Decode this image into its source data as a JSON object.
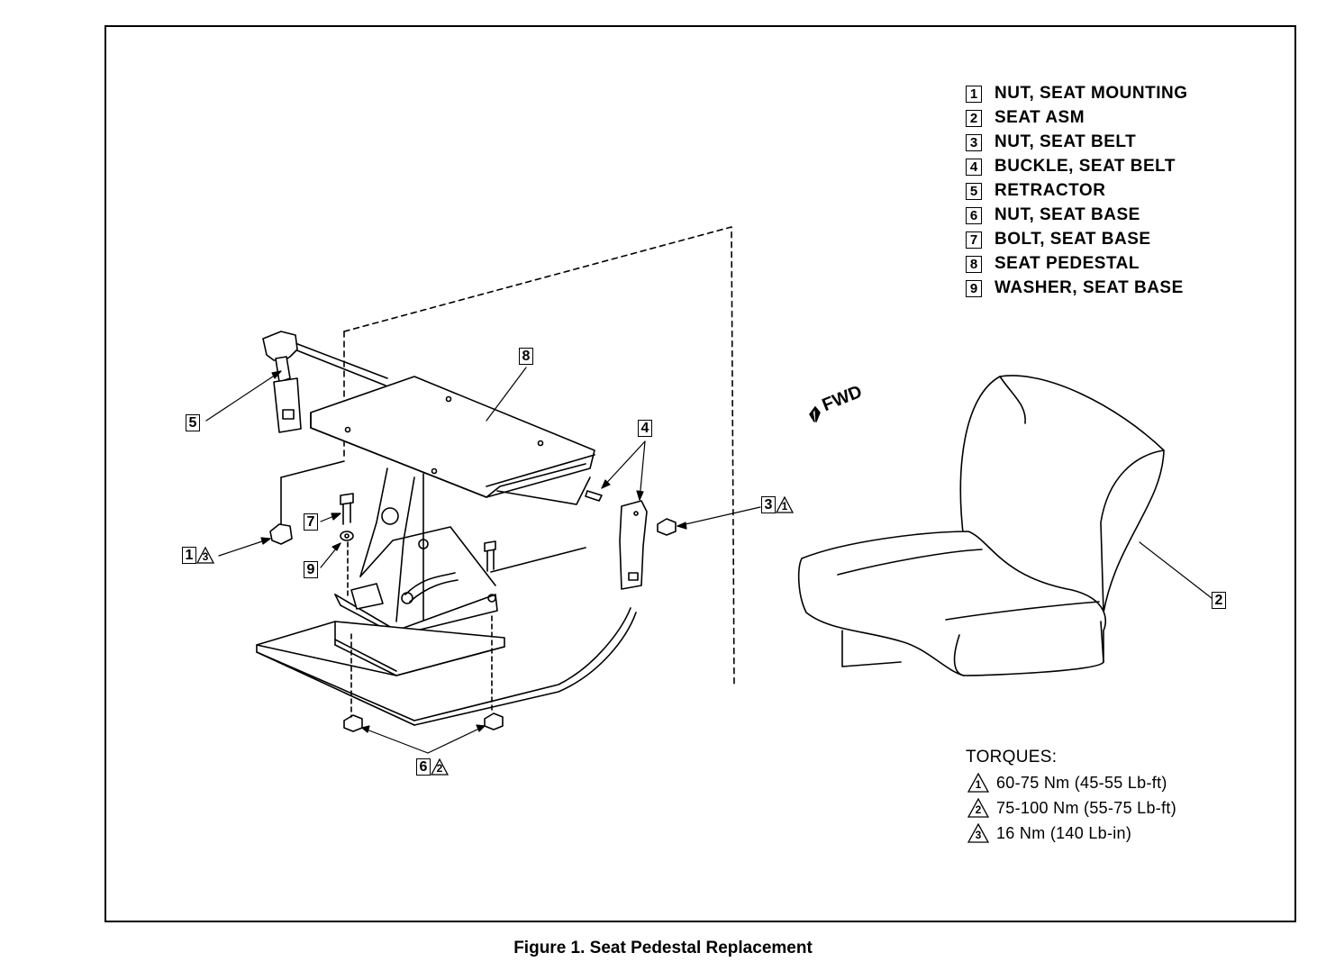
{
  "legend": [
    {
      "num": "1",
      "text": "NUT, SEAT MOUNTING"
    },
    {
      "num": "2",
      "text": "SEAT ASM"
    },
    {
      "num": "3",
      "text": "NUT, SEAT BELT"
    },
    {
      "num": "4",
      "text": "BUCKLE, SEAT BELT"
    },
    {
      "num": "5",
      "text": "RETRACTOR"
    },
    {
      "num": "6",
      "text": "NUT, SEAT BASE"
    },
    {
      "num": "7",
      "text": "BOLT, SEAT BASE"
    },
    {
      "num": "8",
      "text": "SEAT PEDESTAL"
    },
    {
      "num": "9",
      "text": "WASHER, SEAT BASE"
    }
  ],
  "torques": {
    "title": "TORQUES:",
    "items": [
      {
        "num": "1",
        "text": "60-75 Nm (45-55 Lb-ft)"
      },
      {
        "num": "2",
        "text": "75-100 Nm (55-75 Lb-ft)"
      },
      {
        "num": "3",
        "text": "16 Nm (140 Lb-in)"
      }
    ]
  },
  "callouts": {
    "c1": {
      "box": "1",
      "tri": "3"
    },
    "c2": {
      "box": "2"
    },
    "c3": {
      "box": "3",
      "tri": "1"
    },
    "c4": {
      "box": "4"
    },
    "c5": {
      "box": "5"
    },
    "c6": {
      "box": "6",
      "tri": "2"
    },
    "c7": {
      "box": "7"
    },
    "c8": {
      "box": "8"
    },
    "c9": {
      "box": "9"
    }
  },
  "fwd_label": "FWD",
  "caption": "Figure  1. Seat Pedestal Replacement"
}
